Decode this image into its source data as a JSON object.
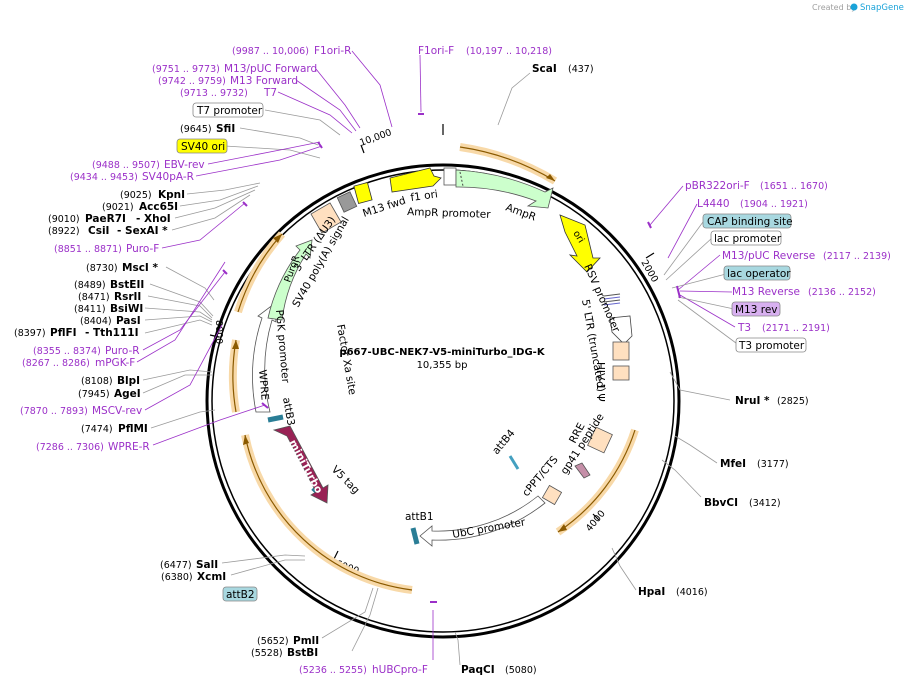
{
  "credit": {
    "text": "Created by",
    "brand": "SnapGene",
    "brand_color": "#1aa3d9"
  },
  "plasmid": {
    "name": "p667-UBC-NEK7-V5-miniTurbo_IDG-K",
    "size": "10,355 bp"
  },
  "ruler": {
    "r1": "2000",
    "r2": "4000",
    "r3": "6000",
    "r4": "8000",
    "r5": "10,000"
  },
  "enzymes": {
    "scai": {
      "name": "ScaI",
      "pos": "(437)"
    },
    "nrui": {
      "name": "NruI *",
      "pos": "(2825)"
    },
    "mfei": {
      "name": "MfeI",
      "pos": "(3177)"
    },
    "bbvci": {
      "name": "BbvCI",
      "pos": "(3412)"
    },
    "hpai": {
      "name": "HpaI",
      "pos": "(4016)"
    },
    "paqci": {
      "name": "PaqCI",
      "pos": "(5080)"
    },
    "bstbi": {
      "name": "BstBI",
      "pos": "(5528)"
    },
    "pmli": {
      "name": "PmlI",
      "pos": "(5652)"
    },
    "xcmi": {
      "name": "XcmI",
      "pos": "(6380)"
    },
    "sali": {
      "name": "SalI",
      "pos": "(6477)"
    },
    "pflmi": {
      "name": "PflMI",
      "pos": "(7474)"
    },
    "agei": {
      "name": "AgeI",
      "pos": "(7945)"
    },
    "blpi": {
      "name": "BlpI",
      "pos": "(8108)"
    },
    "pflfi": {
      "name": "PflFI",
      "name2": "- Tth111I",
      "pos": "(8397)"
    },
    "pasi": {
      "name": "PasI",
      "pos": "(8404)"
    },
    "bsiwi": {
      "name": "BsiWI",
      "pos": "(8411)"
    },
    "rsrii": {
      "name": "RsrII",
      "pos": "(8471)"
    },
    "bsteii": {
      "name": "BstEII",
      "pos": "(8489)"
    },
    "msci": {
      "name": "MscI *",
      "pos": "(8730)"
    },
    "csii": {
      "name": "CsiI",
      "name2": "- SexAI *",
      "pos": "(8922)"
    },
    "paer7i": {
      "name": "PaeR7I",
      "name2": "- XhoI",
      "pos": "(9010)"
    },
    "acc65i": {
      "name": "Acc65I",
      "pos": "(9021)"
    },
    "kpni": {
      "name": "KpnI",
      "pos": "(9025)"
    },
    "sfii": {
      "name": "SfiI",
      "pos": "(9645)"
    }
  },
  "primers": {
    "f1oriR": {
      "name": "F1ori-R",
      "pos": "(9987 .. 10,006)"
    },
    "f1oriF": {
      "name": "F1ori-F",
      "pos": "(10,197 .. 10,218)"
    },
    "m13puc": {
      "name": "M13/pUC Forward",
      "pos": "(9751 .. 9773)"
    },
    "m13fwd": {
      "name": "M13 Forward",
      "pos": "(9742 .. 9759)"
    },
    "t7": {
      "name": "T7",
      "pos": "(9713 .. 9732)"
    },
    "ebvrev": {
      "name": "EBV-rev",
      "pos": "(9488 .. 9507)"
    },
    "sv40pa": {
      "name": "SV40pA-R",
      "pos": "(9434 .. 9453)"
    },
    "purof": {
      "name": "Puro-F",
      "pos": "(8851 .. 8871)"
    },
    "puror": {
      "name": "Puro-R",
      "pos": "(8355 .. 8374)"
    },
    "mpgkf": {
      "name": "mPGK-F",
      "pos": "(8267 .. 8286)"
    },
    "mscvrev": {
      "name": "MSCV-rev",
      "pos": "(7870 .. 7893)"
    },
    "wprer": {
      "name": "WPRE-R",
      "pos": "(7286 .. 7306)"
    },
    "hubc": {
      "name": "hUBCpro-F",
      "pos": "(5236 .. 5255)"
    },
    "pbr322": {
      "name": "pBR322ori-F",
      "pos": "(1651 .. 1670)"
    },
    "l4440": {
      "name": "L4440",
      "pos": "(1904 .. 1921)"
    },
    "m13pucrev": {
      "name": "M13/pUC Reverse",
      "pos": "(2117 .. 2139)"
    },
    "m13rev": {
      "name": "M13 Reverse",
      "pos": "(2136 .. 2152)"
    },
    "t3": {
      "name": "T3",
      "pos": "(2171 .. 2191)"
    }
  },
  "boxed": {
    "t7prom": {
      "label": "T7 promoter",
      "fill": "#ffffff"
    },
    "sv40ori": {
      "label": "SV40 ori",
      "fill": "#ffff00"
    },
    "capsite": {
      "label": "CAP binding site",
      "fill": "#a8d8e0"
    },
    "lacprom": {
      "label": "lac promoter",
      "fill": "#ffffff"
    },
    "lacop": {
      "label": "lac operator",
      "fill": "#a8d8e0"
    },
    "m13revbox": {
      "label": "M13 rev",
      "fill": "#d8b0f0"
    },
    "t3prom": {
      "label": "T3 promoter",
      "fill": "#ffffff"
    },
    "attb2": {
      "label": "attB2",
      "fill": "#a8d8e0"
    }
  },
  "features": {
    "m13fwd": "M13 fwd",
    "f1ori": "f1 ori",
    "ampr_prom": "AmpR promoter",
    "ampr": "AmpR",
    "ori": "ori",
    "rsv": "RSV promoter",
    "ltr5": "5' LTR (truncated)",
    "hiv": "HIV-1 Ψ",
    "rre": "RRE",
    "gp41": "gp41 peptide",
    "cppt": "cPPT/CTS",
    "attb4": "attB4",
    "ubc": "UbC promoter",
    "attb1": "attB1",
    "v5": "V5 tag",
    "miniturbo": "miniTurbo",
    "attb3": "attB3",
    "wpre": "WPRE",
    "pgk": "PGK promoter",
    "puror": "PuroR",
    "sv40pa": "SV40 poly(A) signal",
    "ltr3": "3' LTR (ΔU3)",
    "factorxa": "Factor Xa site"
  },
  "colors": {
    "enzyme": "#000000",
    "primer": "#9b30c8",
    "ori": "#ffff00",
    "ampr": "#ccffcc",
    "miniturbo": "#992255",
    "orf": "#f5b060"
  }
}
